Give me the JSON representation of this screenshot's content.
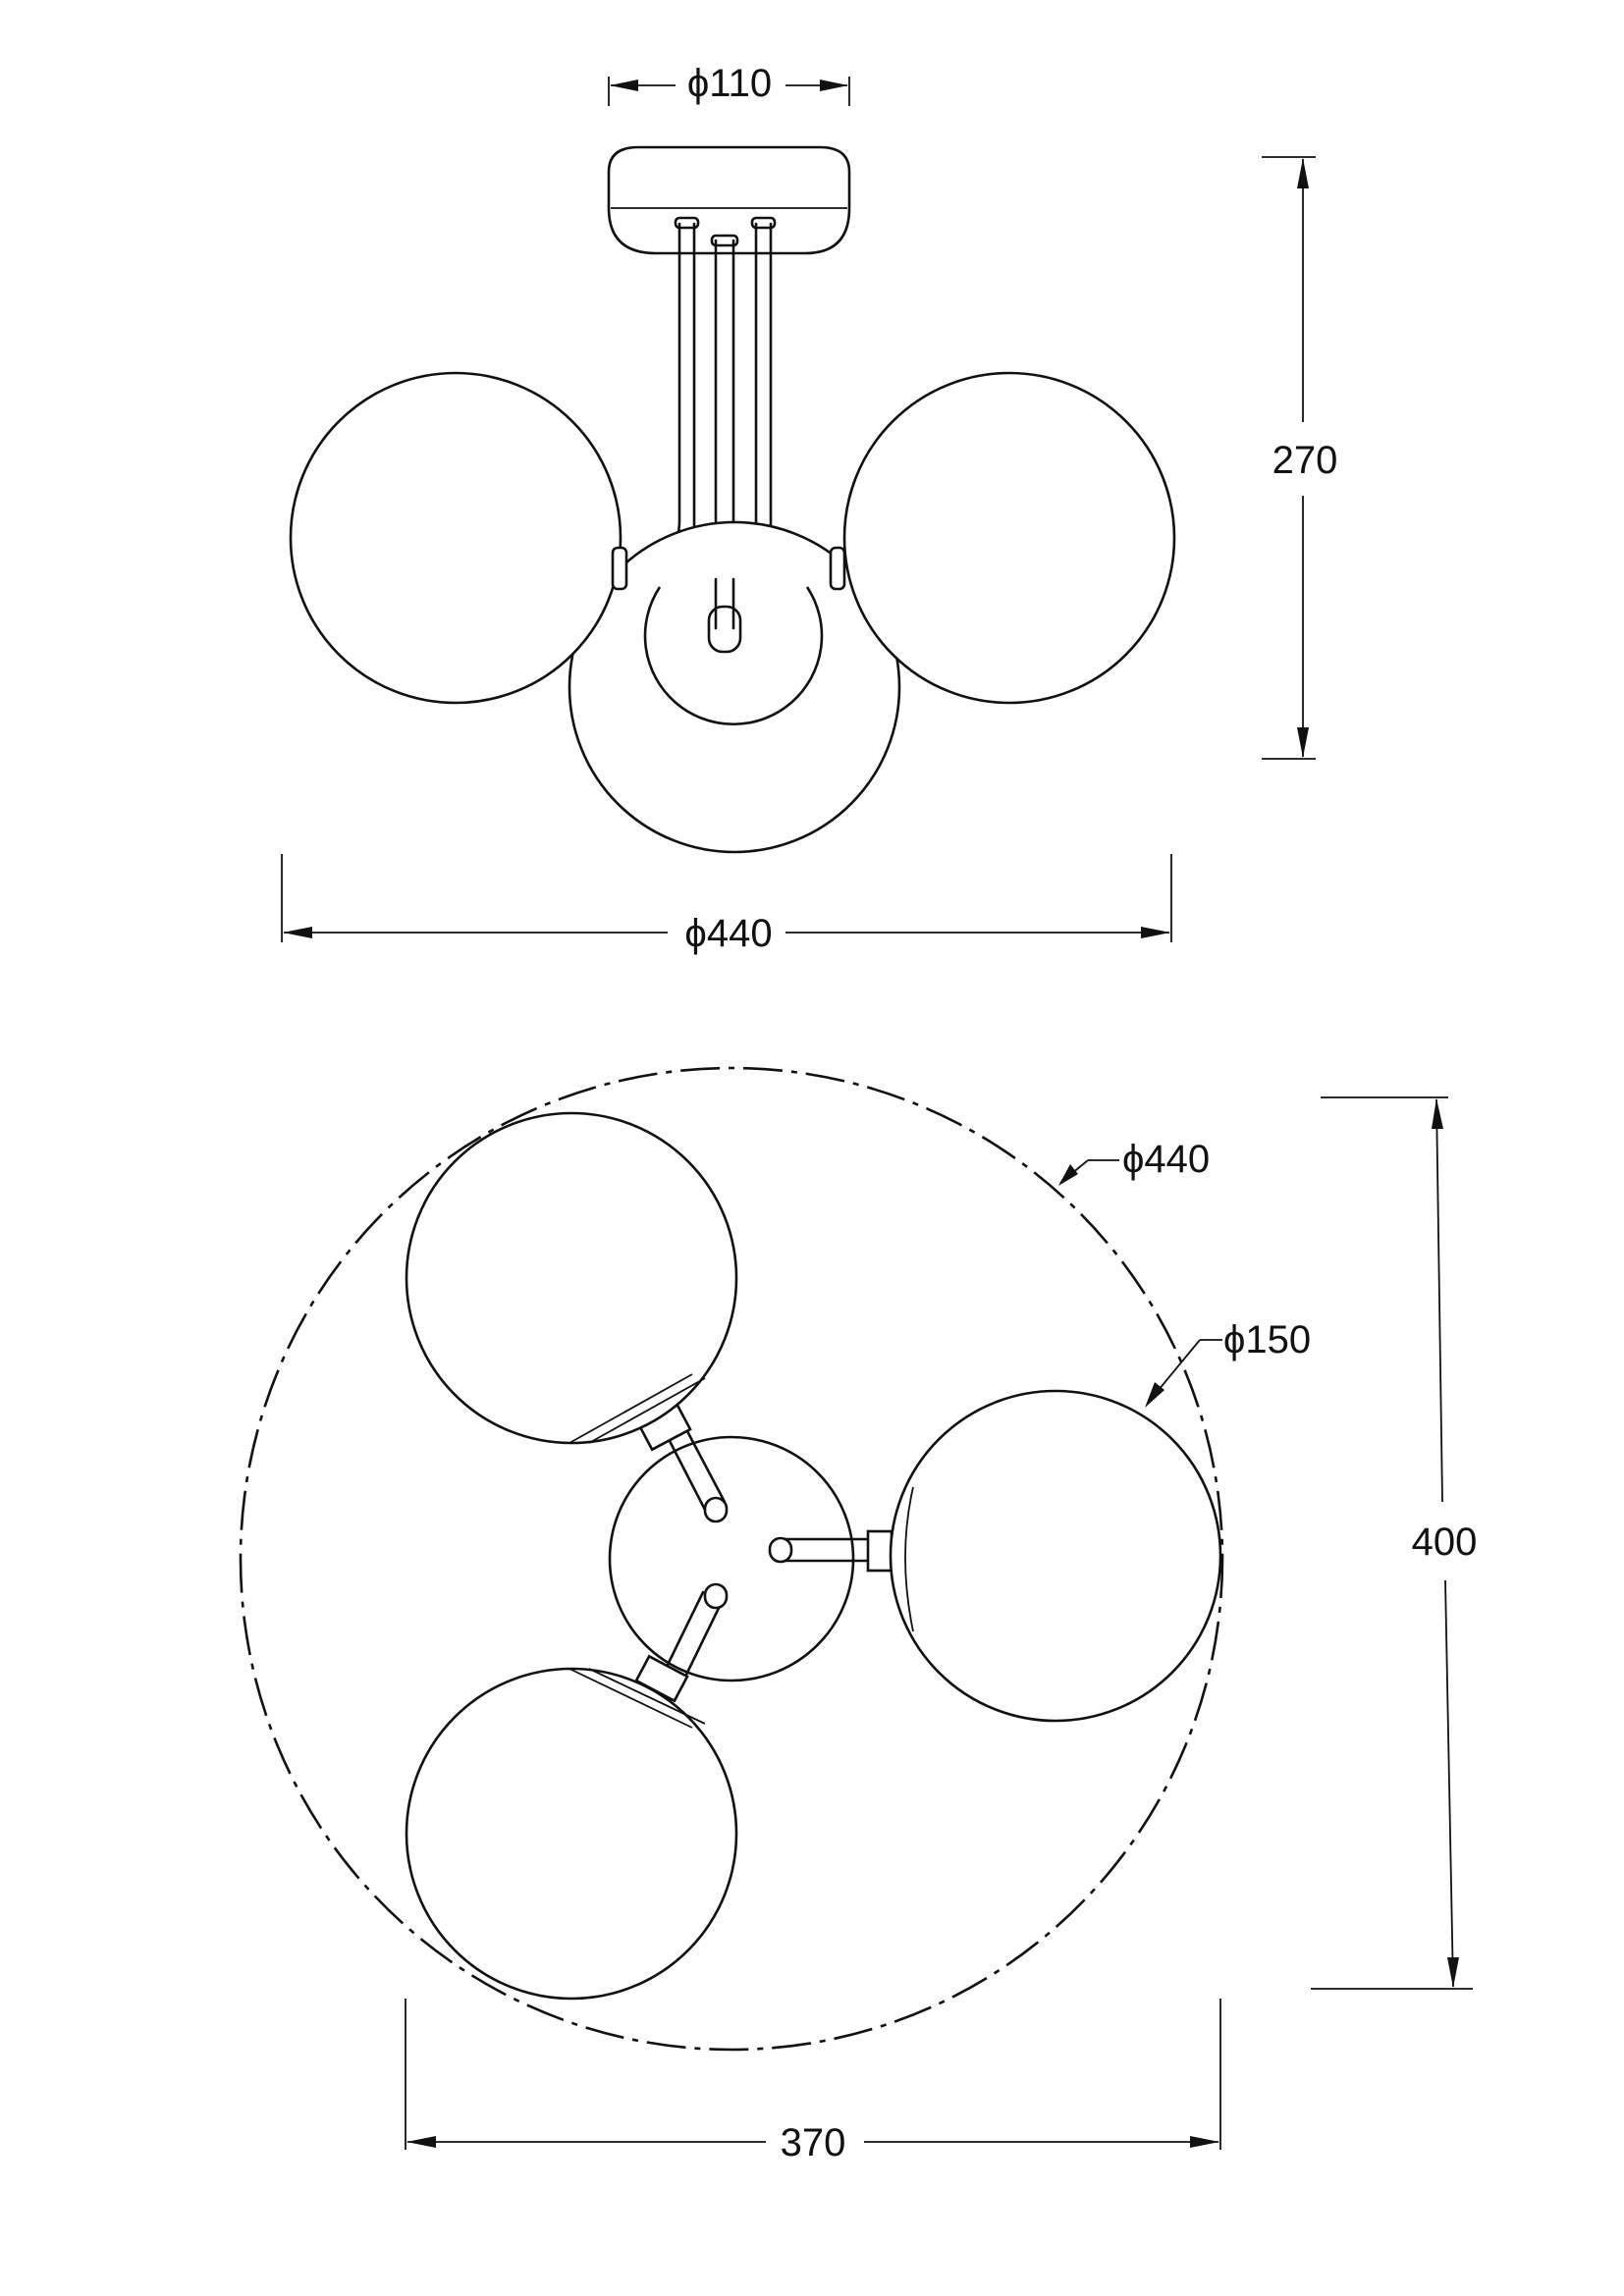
{
  "title": "",
  "side_view": {
    "canopy_diameter": "ϕ110",
    "height": "270",
    "overall_diameter": "ϕ440"
  },
  "top_view": {
    "circle_diameter": "ϕ440",
    "globe_diameter": "ϕ150",
    "depth": "400",
    "width": "370"
  },
  "colors": {
    "line": "#111111",
    "background": "#ffffff"
  }
}
